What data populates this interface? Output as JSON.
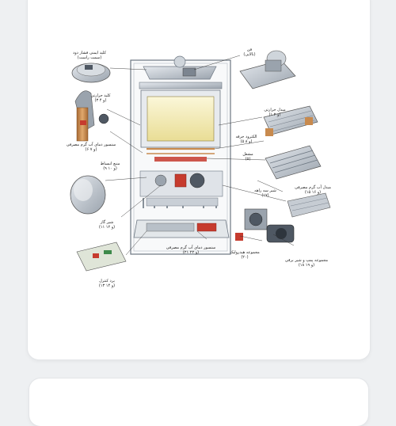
{
  "labels": {
    "fan_top": "فن\n(بالایی)",
    "gas_valve_top": "کلید ایمنی فشار دود\n(سمت راست)",
    "temp_switch": "کلید حرارتی\n(۳ و ۴)",
    "tank_sensor": "سنسور دمای آب گرم مصرفی\n(۶ و ۷)",
    "expansion_tank": "منبع انبساط\n(۹ و ۱۰)",
    "gas_valve": "شیر گاز\n(۱۱ و ۱۲)",
    "pcb": "برد کنترل\n(۱۳ و ۱۴)",
    "heat_exchanger_primary": "مبدل حرارتی\n(۱ و ۲)",
    "burner": "مشعل\n(۵)",
    "electrodes": "الکترود جرقه\n(۵ و ۸)",
    "secondary_exchanger": "مبدل آب گرم مصرفی\n(۱۵ و ۱۶)",
    "three_way": "شیر سه راهه\n(۱۷)",
    "pump_group": "مجموعه پمپ و شیر برقی\n(۱۸ و ۱۹)",
    "hydraulic_group": "مجموعه هیدرولیک\n(۲۰)",
    "dhw_sensor": "سنسور دمای آب گرم مصرفی\n(۲۱ و ۲۲)"
  },
  "colors": {
    "frame": "#9aa3ad",
    "chamber": "#f3ecbd",
    "copper": "#c88a4e",
    "red": "#c63b2e",
    "steel": "#b9c0c8",
    "dark": "#5b6470"
  }
}
